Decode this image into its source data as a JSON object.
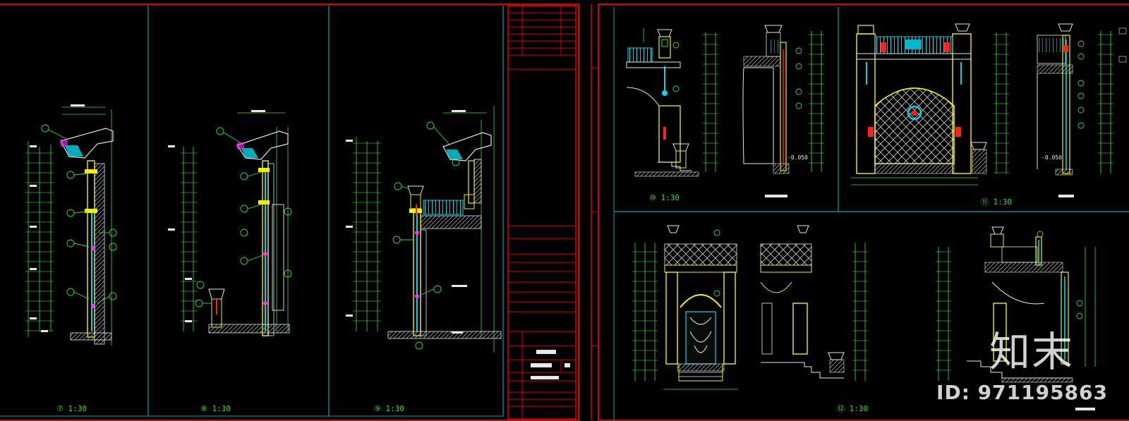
{
  "drawing": {
    "colors": {
      "frame": "#e00000",
      "viewport_border": "#00a7a7",
      "wall": "#f2f200",
      "balustrade": "#00d8e8",
      "dimension": "#3bdc3b",
      "detail_white": "#e8e8e8",
      "hatch": "#7a7a7a",
      "accent_red": "#ff2020",
      "magenta": "#ff33ff"
    },
    "view_captions": {
      "v7": "⑦ 1:30",
      "v8": "⑧ 1:30",
      "v9": "⑨ 1:30",
      "v10": "⑩ 1:30",
      "v11": "⑪ 1:30",
      "v12": "⑫ 1:30"
    },
    "level_labels": {
      "minus_0050_a": "-0.050",
      "minus_0050_b": "-0.050"
    }
  },
  "watermark": {
    "brand": "知末",
    "id_text": "ID: 971195863"
  }
}
